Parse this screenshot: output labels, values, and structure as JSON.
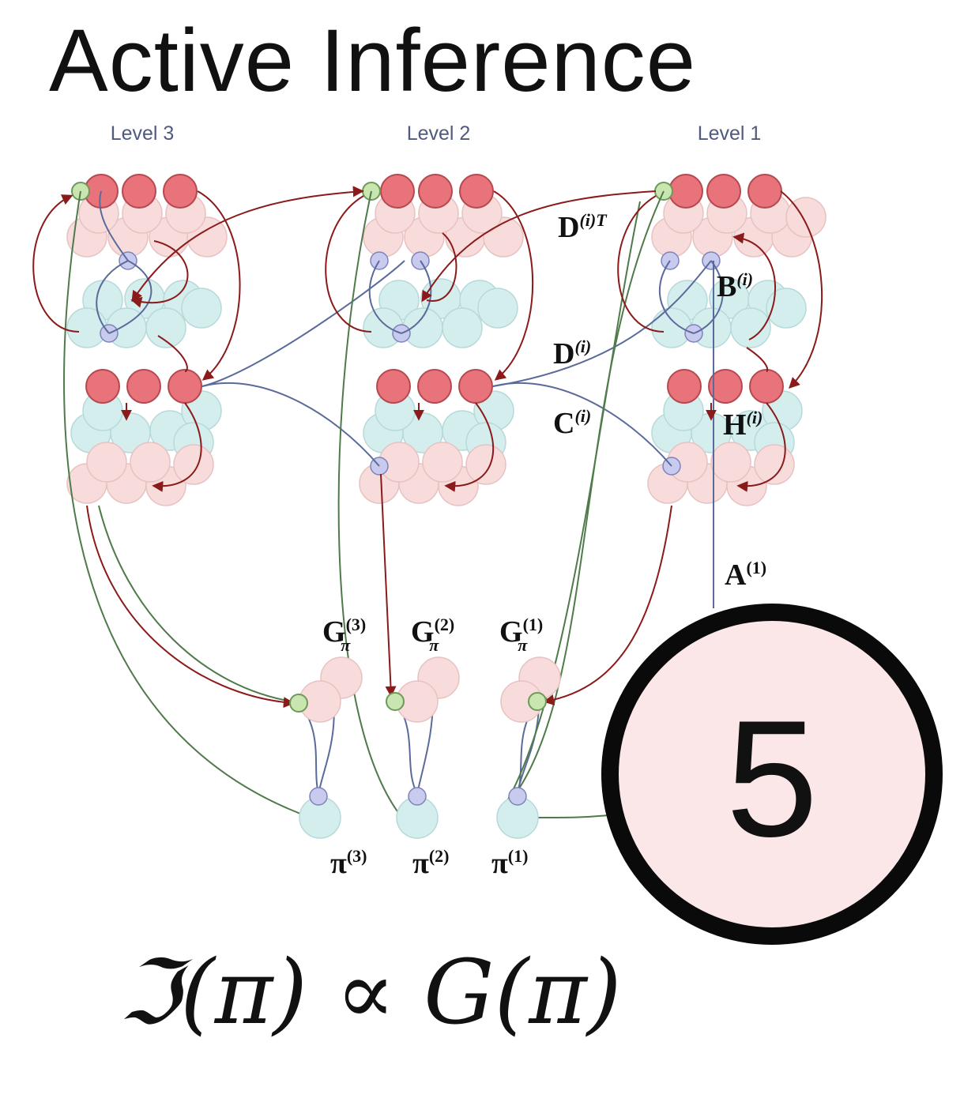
{
  "title": "Active Inference",
  "levels": [
    "Level 3",
    "Level 2",
    "Level 1"
  ],
  "labels": {
    "D_T": {
      "base": "D",
      "sup": "(i)T"
    },
    "D": {
      "base": "D",
      "sup": "(i)"
    },
    "C": {
      "base": "C",
      "sup": "(i)"
    },
    "B": {
      "base": "B",
      "sup": "(i)"
    },
    "H": {
      "base": "H",
      "sup": "(i)"
    },
    "A": {
      "base": "A",
      "sup": "(1)"
    }
  },
  "G_labels": [
    {
      "base": "G",
      "sup": "(3)",
      "sub": "π"
    },
    {
      "base": "G",
      "sup": "(2)",
      "sub": "π"
    },
    {
      "base": "G",
      "sup": "(1)",
      "sub": "π"
    }
  ],
  "pi_labels": [
    {
      "base": "π",
      "sup": "(3)"
    },
    {
      "base": "π",
      "sup": "(2)"
    },
    {
      "base": "π",
      "sup": "(1)"
    }
  ],
  "badge": "5",
  "formula": {
    "lhs": "ℑ(π)",
    "op": "∝",
    "rhs": "G(π)"
  },
  "colors": {
    "node_red": "#e8737a",
    "node_pink": "#f8dcdc",
    "node_cyan": "#d4eeee",
    "node_lavender": "#c8cbee",
    "node_green": "#c9e6b0",
    "arrow_red": "#8b1a1a",
    "line_blue": "#5a6a9a",
    "line_green": "#4f7a4a",
    "badge_fill": "#fbe7e7"
  }
}
